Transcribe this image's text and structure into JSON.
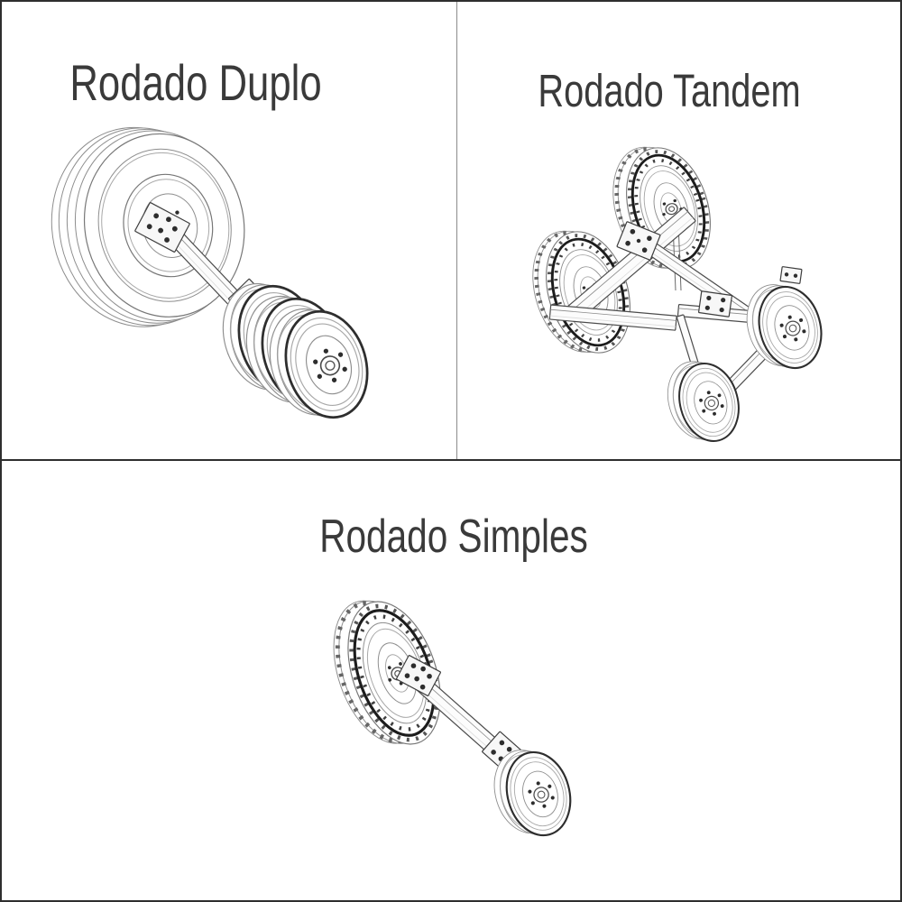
{
  "figure": {
    "type": "technical-illustration",
    "panels": [
      {
        "id": "rodado-duplo",
        "title": "Rodado Duplo",
        "drawing": "double-wheel axle assembly: large smooth dual-ridge wheel, diagonal axle beam with bolted mounting plates, stacked double rims"
      },
      {
        "id": "rodado-tandem",
        "title": "Rodado Tandem",
        "drawing": "tandem wheel assembly: two large lugged tires on a walking beam, frame drawbar, two small rims on a rear walking beam"
      },
      {
        "id": "rodado-simples",
        "title": "Rodado Simples",
        "drawing": "simple wheel assembly: one large lugged tire, diagonal axle beam with bolted mounting plates, one small rim wheel"
      }
    ]
  },
  "colors": {
    "background": "#ffffff",
    "border": "#2e2e2e",
    "divider_vertical": "#8c8c8c",
    "divider_horizontal": "#2e2e2e",
    "title_text": "#3a3a3a",
    "line_art_dark": "#1c1c1c",
    "line_art_mid": "#5a5a5a",
    "line_art_light": "#8e8e8e"
  }
}
